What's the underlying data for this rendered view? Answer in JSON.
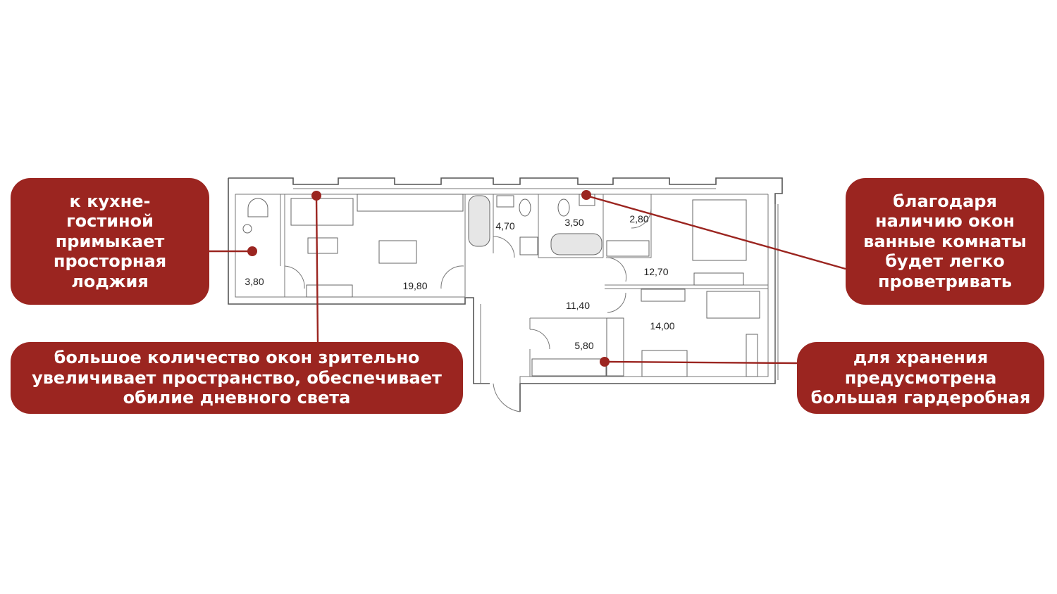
{
  "floor_plan": {
    "rooms": [
      {
        "id": "loggia",
        "area": "3,80"
      },
      {
        "id": "kitchen-living",
        "area": "19,80"
      },
      {
        "id": "bathroom-1",
        "area": "4,70"
      },
      {
        "id": "bathroom-2",
        "area": "3,50"
      },
      {
        "id": "closet-small",
        "area": "2,80"
      },
      {
        "id": "bedroom-1",
        "area": "12,70"
      },
      {
        "id": "hallway",
        "area": "11,40"
      },
      {
        "id": "bedroom-2",
        "area": "14,00"
      },
      {
        "id": "wardrobe",
        "area": "5,80"
      }
    ]
  },
  "callouts": [
    {
      "id": "loggia",
      "text": "к кухне-\nгостиной\nпримыкает\nпросторная\nлоджия"
    },
    {
      "id": "windows",
      "text": "большое количество окон зрительно\nувеличивает пространство, обеспечивает\nобилие дневного света"
    },
    {
      "id": "bathroom-windows",
      "text": "благодаря\nналичию окон\nванные комнаты\nбудет легко\nпроветривать"
    },
    {
      "id": "wardrobe",
      "text": "для хранения\nпредусмотрена\nбольшая гардеробная"
    }
  ],
  "colors": {
    "accent": "#9b2520"
  }
}
